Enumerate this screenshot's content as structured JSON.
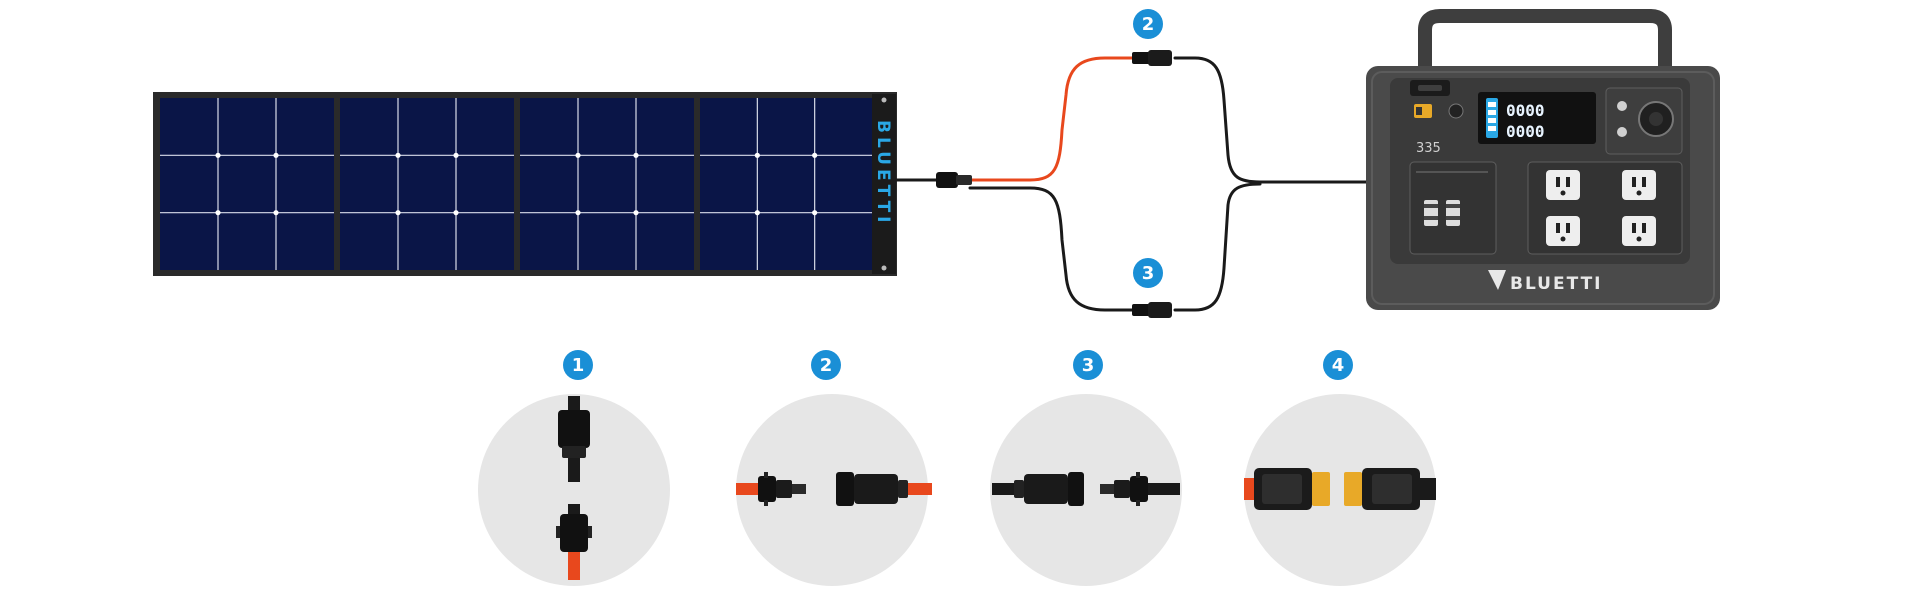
{
  "diagram": {
    "solar_panel": {
      "brand": "BLUETTI"
    },
    "station": {
      "brand": "BLUETTI",
      "display_readout": "0000",
      "dc_label": "335"
    },
    "top_badges": [
      {
        "number": "2"
      },
      {
        "number": "3"
      }
    ],
    "connector_details": [
      {
        "number": "1"
      },
      {
        "number": "2"
      },
      {
        "number": "3"
      },
      {
        "number": "4"
      }
    ],
    "colors": {
      "badge_blue": "#1a8fd6",
      "cable_red": "#e8481d",
      "cable_black": "#1a1a1a",
      "connector_yellow": "#e8a928",
      "panel_cell": "#0a1547",
      "station_body": "#4a4a4a",
      "circle_bg": "#e6e6e6"
    }
  }
}
